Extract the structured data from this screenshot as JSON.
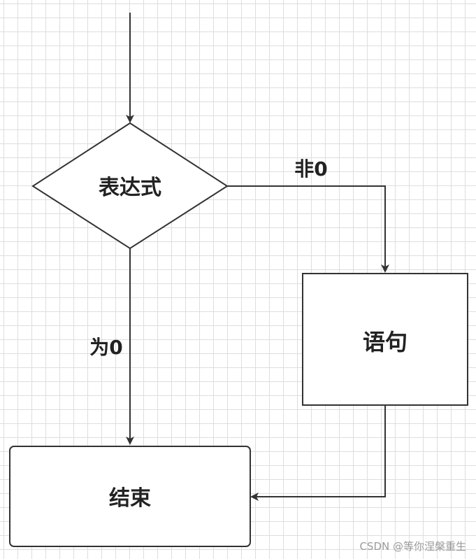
{
  "nodes": {
    "condition": {
      "label": "表达式"
    },
    "statement": {
      "label": "语句"
    },
    "end": {
      "label": "结束"
    }
  },
  "edges": {
    "nonzero": {
      "label": "非0"
    },
    "zero": {
      "label": "为0"
    }
  },
  "watermark": "CSDN @等你涅槃重生",
  "colors": {
    "stroke": "#333333",
    "grid": "#dedede",
    "text": "#222222"
  }
}
